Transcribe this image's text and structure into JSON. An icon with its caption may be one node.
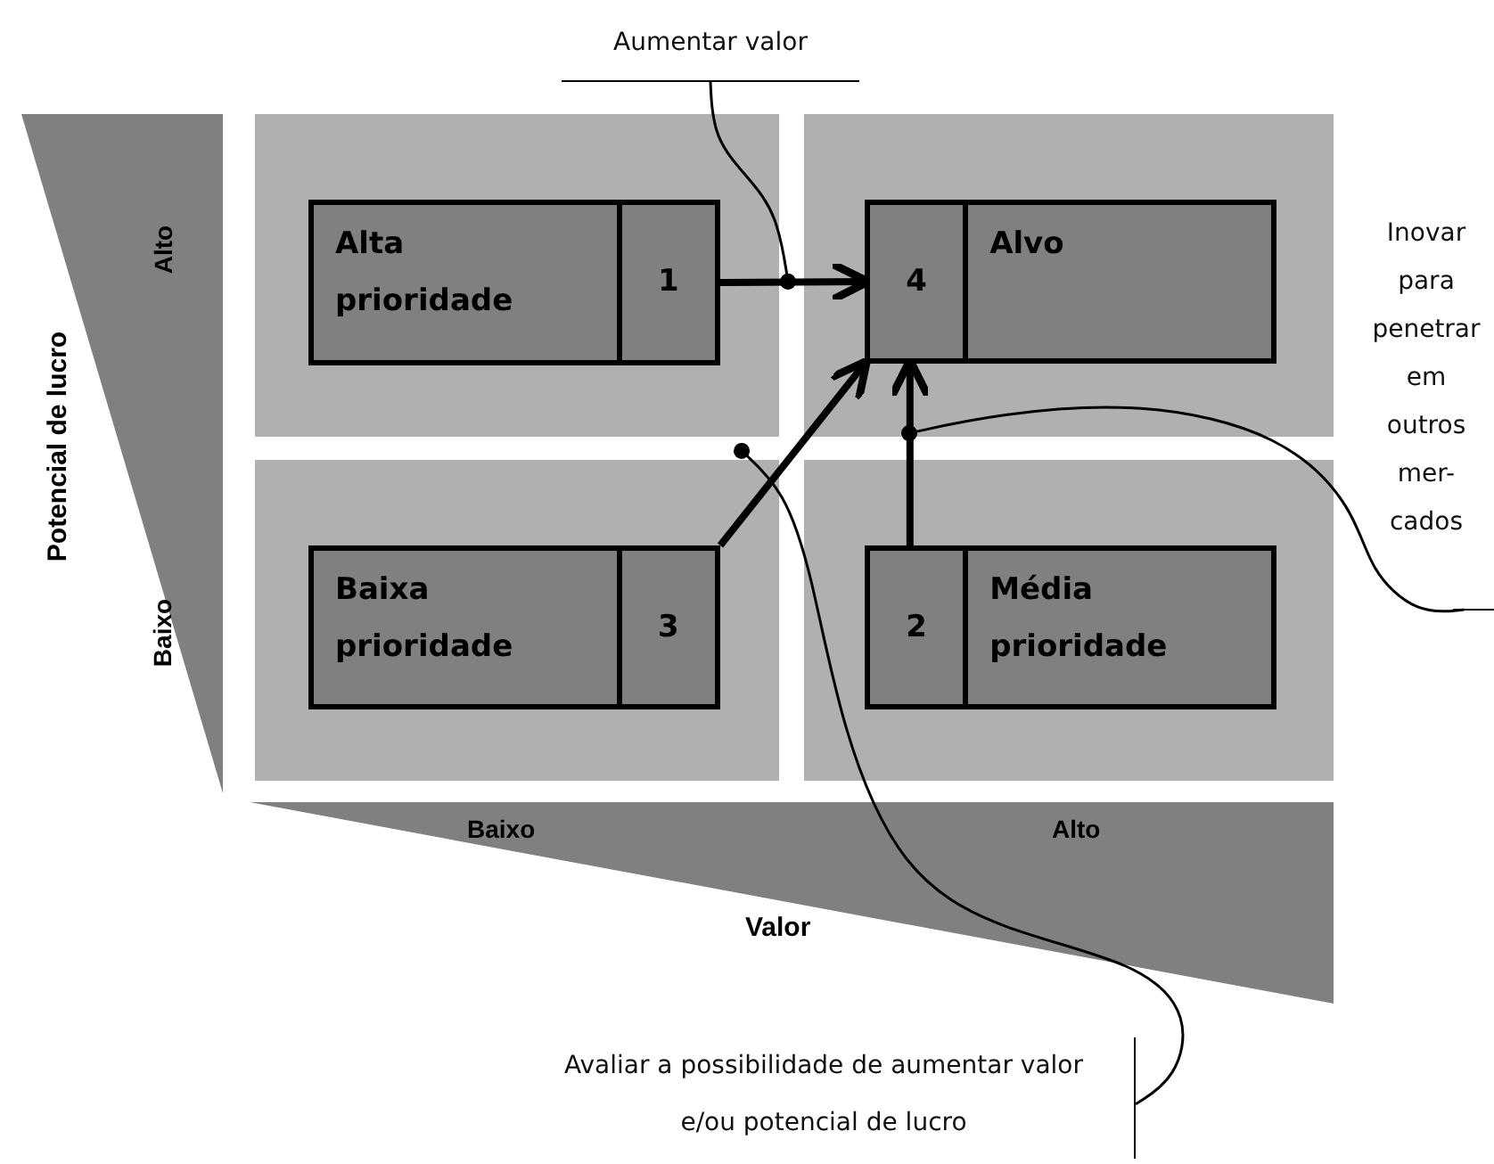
{
  "diagram": {
    "nodes": [
      {
        "text": [],
        "shape": "box"
      },
      {
        "text": [],
        "shape": "box"
      },
      {
        "text": [],
        "shape": "box"
      },
      {
        "text": [],
        "shape": "box"
      },
      {
        "text": [
          "Alta prioridade",
          "1"
        ],
        "in": 0
      },
      {
        "text": [
          "4",
          "Alvo"
        ],
        "in": 1
      },
      {
        "text": [
          "Baixa prioridade",
          "3"
        ],
        "in": 2
      },
      {
        "text": [
          "2",
          "Média prioridade"
        ],
        "in": 3
      },
      {
        "text": [
          "Aumentar valor"
        ]
      },
      {
        "text": [
          "Inovar para penetrar em outros mer- cados"
        ]
      },
      {
        "text": [
          "Avaliar a possibilidade de aumentar valor e/ou potencial de lucro"
        ]
      }
    ],
    "edges": [
      {
        "from": 4,
        "to": 5,
        "arrow": "to",
        "style": "thick"
      },
      {
        "from": 6,
        "to": 5,
        "arrow": "to",
        "style": "thick"
      },
      {
        "from": 7,
        "to": 5,
        "arrow": "to",
        "style": "thick"
      },
      {
        "from": 8,
        "to": 0,
        "arrow": "other"
      },
      {
        "from": 9,
        "to": 3,
        "arrow": "other"
      },
      {
        "from": 10,
        "to": 2,
        "arrow": "other"
      }
    ],
    "labels": [
      "Alto",
      "Potencial de lucro",
      "Baixo",
      "Baixo",
      "Alto",
      "Valor"
    ]
  }
}
